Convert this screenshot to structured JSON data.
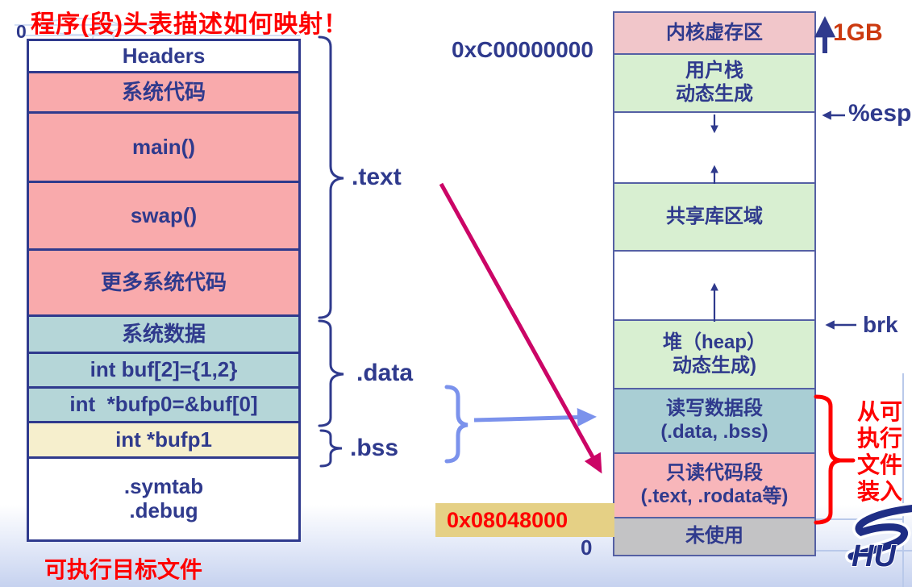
{
  "title": "程序(段)头表描述如何映射！",
  "object_file": {
    "origin_label": "0",
    "caption": "可执行目标文件",
    "rows": [
      {
        "label": "Headers"
      },
      {
        "label": "系统代码"
      },
      {
        "label": "main()"
      },
      {
        "label": "swap()"
      },
      {
        "label": "更多系统代码"
      },
      {
        "label": "系统数据"
      },
      {
        "label": "int buf[2]={1,2}"
      },
      {
        "label": "int  *bufp0=&buf[0]"
      },
      {
        "label": "int *bufp1"
      },
      {
        "label": ".symtab",
        "label2": ".debug"
      }
    ]
  },
  "sections": {
    "text": ".text",
    "data": ".data",
    "bss": ".bss"
  },
  "memory": {
    "top_address": "0xC00000000",
    "size_label": "1GB",
    "esp_label": "%esp",
    "brk_label": "brk",
    "base_address": "0x08048000",
    "bottom_label": "0",
    "rows": {
      "kernel": "内核虚存区",
      "stack1": "用户栈",
      "stack2": "动态生成",
      "shlib": "共享库区域",
      "heap1": "堆（heap）",
      "heap2": "动态生成)",
      "rw1": "读写数据段",
      "rw2": "(.data, .bss)",
      "ro1": "只读代码段",
      "ro2": "(.text, .rodata等)",
      "unused": "未使用"
    },
    "load_note": [
      "从可",
      "执行",
      "文件",
      "装入"
    ]
  },
  "logo_text": "HU",
  "colors": {
    "navy": "#2f3a8d",
    "red": "#fe0000",
    "vermilion": "#cc3a10",
    "magenta": "#cb0566",
    "periwinkle": "#7b92ec",
    "pink_left": "#f9aaac",
    "pink_kernel": "#f1c6ca",
    "pink_ro": "#f8b6ba",
    "teal_left": "#b5d6d8",
    "teal_rw": "#a9ced4",
    "green": "#d8efd1",
    "yellow_bss": "#f6efcd",
    "yellow_highlight": "#e5d085",
    "gray_unused": "#c3c3c5"
  }
}
